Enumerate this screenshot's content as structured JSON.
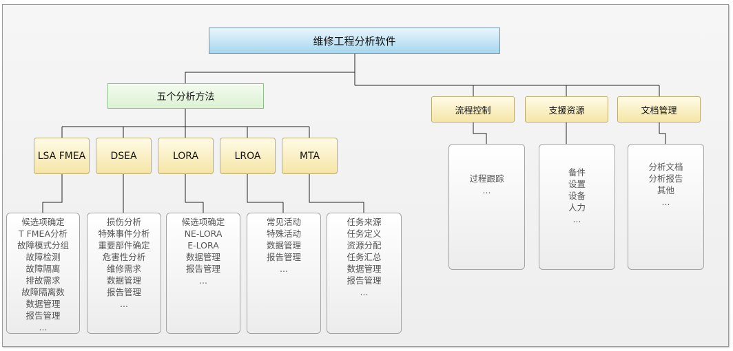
{
  "root": {
    "label": "维修工程分析软件"
  },
  "methods": {
    "label": "五个分析方法",
    "items": [
      {
        "label": "LSA FMEA",
        "details": [
          "候选项确定",
          "T FMEA分析",
          "故障模式分组",
          "故障检测",
          "故障隔离",
          "排故需求",
          "故障隔离数",
          "数据管理",
          "报告管理",
          "..."
        ]
      },
      {
        "label": "DSEA",
        "details": [
          "损伤分析",
          "特殊事件分析",
          "重要部件确定",
          "危害性分析",
          "维修需求",
          "数据管理",
          "报告管理",
          "..."
        ]
      },
      {
        "label": "LORA",
        "details": [
          "候选项确定",
          "NE-LORA",
          "E-LORA",
          "数据管理",
          "报告管理",
          "..."
        ]
      },
      {
        "label": "LROA",
        "details": [
          "常见活动",
          "特殊活动",
          "数据管理",
          "报告管理",
          "..."
        ]
      },
      {
        "label": "MTA",
        "details": [
          "任务来源",
          "任务定义",
          "资源分配",
          "任务汇总",
          "数据管理",
          "报告管理",
          "..."
        ]
      }
    ]
  },
  "others": [
    {
      "label": "流程控制",
      "details": [
        "过程跟踪",
        "..."
      ]
    },
    {
      "label": "支援资源",
      "details": [
        "备件",
        "设置",
        "设备",
        "人力",
        "..."
      ]
    },
    {
      "label": "文档管理",
      "details": [
        "分析文档",
        "分析报告",
        "其他",
        "..."
      ]
    }
  ]
}
